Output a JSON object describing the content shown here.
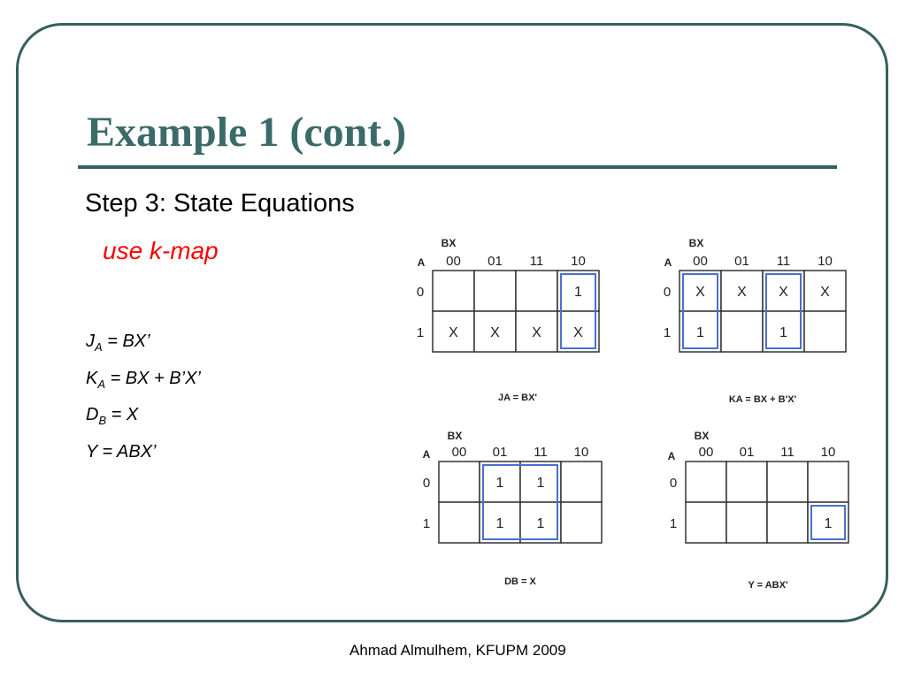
{
  "slide": {
    "title": "Example 1 (cont.)",
    "step": "Step 3: State Equations",
    "method": "use k-map",
    "equations": [
      {
        "var": "J",
        "sub": "A",
        "rhs": " = BX’"
      },
      {
        "var": "K",
        "sub": "A",
        "rhs": " =  BX + B’X’"
      },
      {
        "var": "D",
        "sub": "B",
        "rhs": " = X"
      },
      {
        "var": "Y",
        "sub": "",
        "rhs": " = ABX’"
      }
    ],
    "footer": "Ahmad Almulhem, KFUPM 2009"
  },
  "kmaps": [
    {
      "id": "ja",
      "col_var": "BX",
      "row_var": "A",
      "col_labels": [
        "00",
        "01",
        "11",
        "10"
      ],
      "row_labels": [
        "0",
        "1"
      ],
      "cells": [
        [
          "",
          "",
          "",
          "1"
        ],
        [
          "X",
          "X",
          "X",
          "X"
        ]
      ],
      "groups": [
        {
          "row_start": 0,
          "row_end": 1,
          "col_start": 3,
          "col_end": 3
        }
      ],
      "caption": "JA = BX'"
    },
    {
      "id": "ka",
      "col_var": "BX",
      "row_var": "A",
      "col_labels": [
        "00",
        "01",
        "11",
        "10"
      ],
      "row_labels": [
        "0",
        "1"
      ],
      "cells": [
        [
          "X",
          "X",
          "X",
          "X"
        ],
        [
          "1",
          "",
          "1",
          ""
        ]
      ],
      "groups": [
        {
          "row_start": 0,
          "row_end": 1,
          "col_start": 0,
          "col_end": 0
        },
        {
          "row_start": 0,
          "row_end": 1,
          "col_start": 2,
          "col_end": 2
        }
      ],
      "caption": "KA = BX + B'X'"
    },
    {
      "id": "db",
      "col_var": "BX",
      "row_var": "A",
      "col_labels": [
        "00",
        "01",
        "11",
        "10"
      ],
      "row_labels": [
        "0",
        "1"
      ],
      "cells": [
        [
          "",
          "1",
          "1",
          ""
        ],
        [
          "",
          "1",
          "1",
          ""
        ]
      ],
      "groups": [
        {
          "row_start": 0,
          "row_end": 1,
          "col_start": 1,
          "col_end": 2
        }
      ],
      "caption": "DB = X"
    },
    {
      "id": "y",
      "col_var": "BX",
      "row_var": "A",
      "col_labels": [
        "00",
        "01",
        "11",
        "10"
      ],
      "row_labels": [
        "0",
        "1"
      ],
      "cells": [
        [
          "",
          "",
          "",
          ""
        ],
        [
          "",
          "",
          "",
          "1"
        ]
      ],
      "groups": [
        {
          "row_start": 1,
          "row_end": 1,
          "col_start": 3,
          "col_end": 3
        }
      ],
      "caption": "Y = ABX'"
    }
  ],
  "colors": {
    "frame": "#35605d",
    "title": "#3a6b69",
    "accent": "#ff0000",
    "group": "#4a6fd0"
  }
}
